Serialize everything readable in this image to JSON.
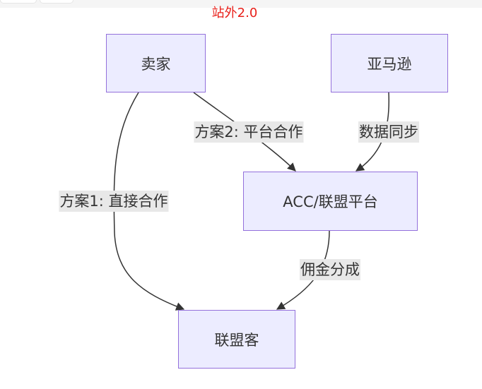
{
  "title": "站外2.0",
  "nodes": {
    "seller": "卖家",
    "amazon": "亚马逊",
    "acc": "ACC/联盟平台",
    "affiliate": "联盟客"
  },
  "edges": {
    "plan1": "方案1: 直接合作",
    "plan2": "方案2: 平台合作",
    "sync": "数据同步",
    "commission": "佣金分成"
  },
  "colors": {
    "title": "#e8201a",
    "node_fill": "#ececff",
    "node_border": "#9370db",
    "edge": "#333333",
    "label_bg": "#e8e8e8"
  }
}
